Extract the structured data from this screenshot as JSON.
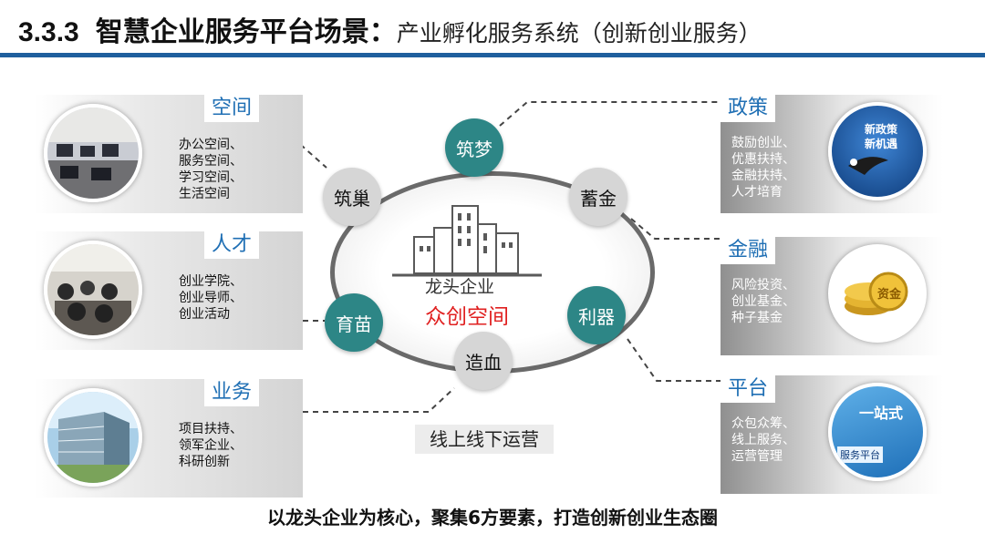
{
  "title": {
    "number": "3.3.3",
    "main": "智慧企业服务平台场景：",
    "sub": "产业孵化服务系统（创新创业服务）"
  },
  "center": {
    "label_top": "龙头企业",
    "label_bottom": "众创空间"
  },
  "nodes": {
    "top": "筑梦",
    "left_top": "筑巢",
    "right_top": "蓄金",
    "left_bottom": "育苗",
    "right_bottom": "利器",
    "bottom": "造血"
  },
  "panels": {
    "space": {
      "tag": "空间",
      "items": [
        "办公空间、",
        "服务空间、",
        "学习空间、",
        "生活空间"
      ]
    },
    "talent": {
      "tag": "人才",
      "items": [
        "创业学院、",
        "创业导师、",
        "创业活动"
      ]
    },
    "business": {
      "tag": "业务",
      "items": [
        "项目扶持、",
        "领军企业、",
        "科研创新"
      ]
    },
    "policy": {
      "tag": "政策",
      "items": [
        "鼓励创业、",
        "优惠扶持、",
        "金融扶持、",
        "人才培育"
      ],
      "photo_text": [
        "新政策",
        "新机遇"
      ]
    },
    "finance": {
      "tag": "金融",
      "items": [
        "风险投资、",
        "创业基金、",
        "种子基金"
      ],
      "photo_text": [
        "资金"
      ]
    },
    "platform": {
      "tag": "平台",
      "items": [
        "众包众筹、",
        "线上服务、",
        "运营管理"
      ],
      "photo_text": [
        "一站式",
        "服务平台"
      ]
    }
  },
  "online_label": "线上线下运营",
  "footer": "以龙头企业为核心，聚集6方要素，打造创新创业生态圈",
  "colors": {
    "accent_blue": "#1f5f9e",
    "teal": "#2d8686",
    "red": "#e02020"
  }
}
